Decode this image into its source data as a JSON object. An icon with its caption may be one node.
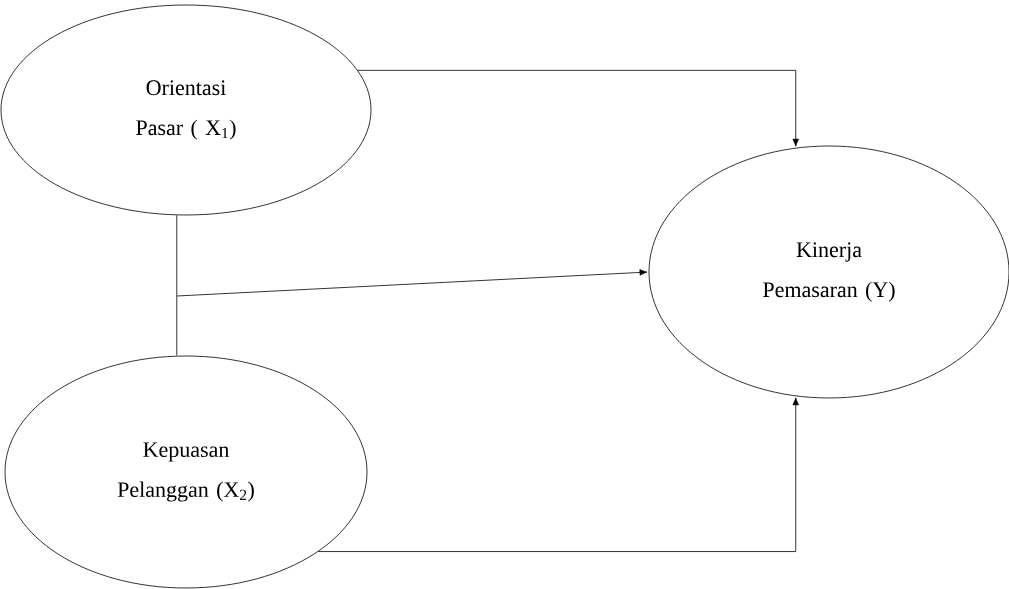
{
  "diagram": {
    "nodes": [
      {
        "text": [
          "Orientasi Pasar ( X$_{1}$)"
        ]
      },
      {
        "text": [
          "Kepuasan Pelanggan (X$_{2}$)"
        ]
      },
      {
        "text": [
          "Kinerja Pemasaran (Y)"
        ]
      }
    ],
    "edges": [
      {
        "from": 0,
        "to": 2,
        "arrow": "to"
      },
      {
        "from": 1,
        "to": 2,
        "arrow": "to"
      },
      {
        "from": 0,
        "to": 2,
        "arrow": "to"
      },
      {
        "from": 1,
        "to": 2,
        "arrow": "to"
      }
    ]
  }
}
